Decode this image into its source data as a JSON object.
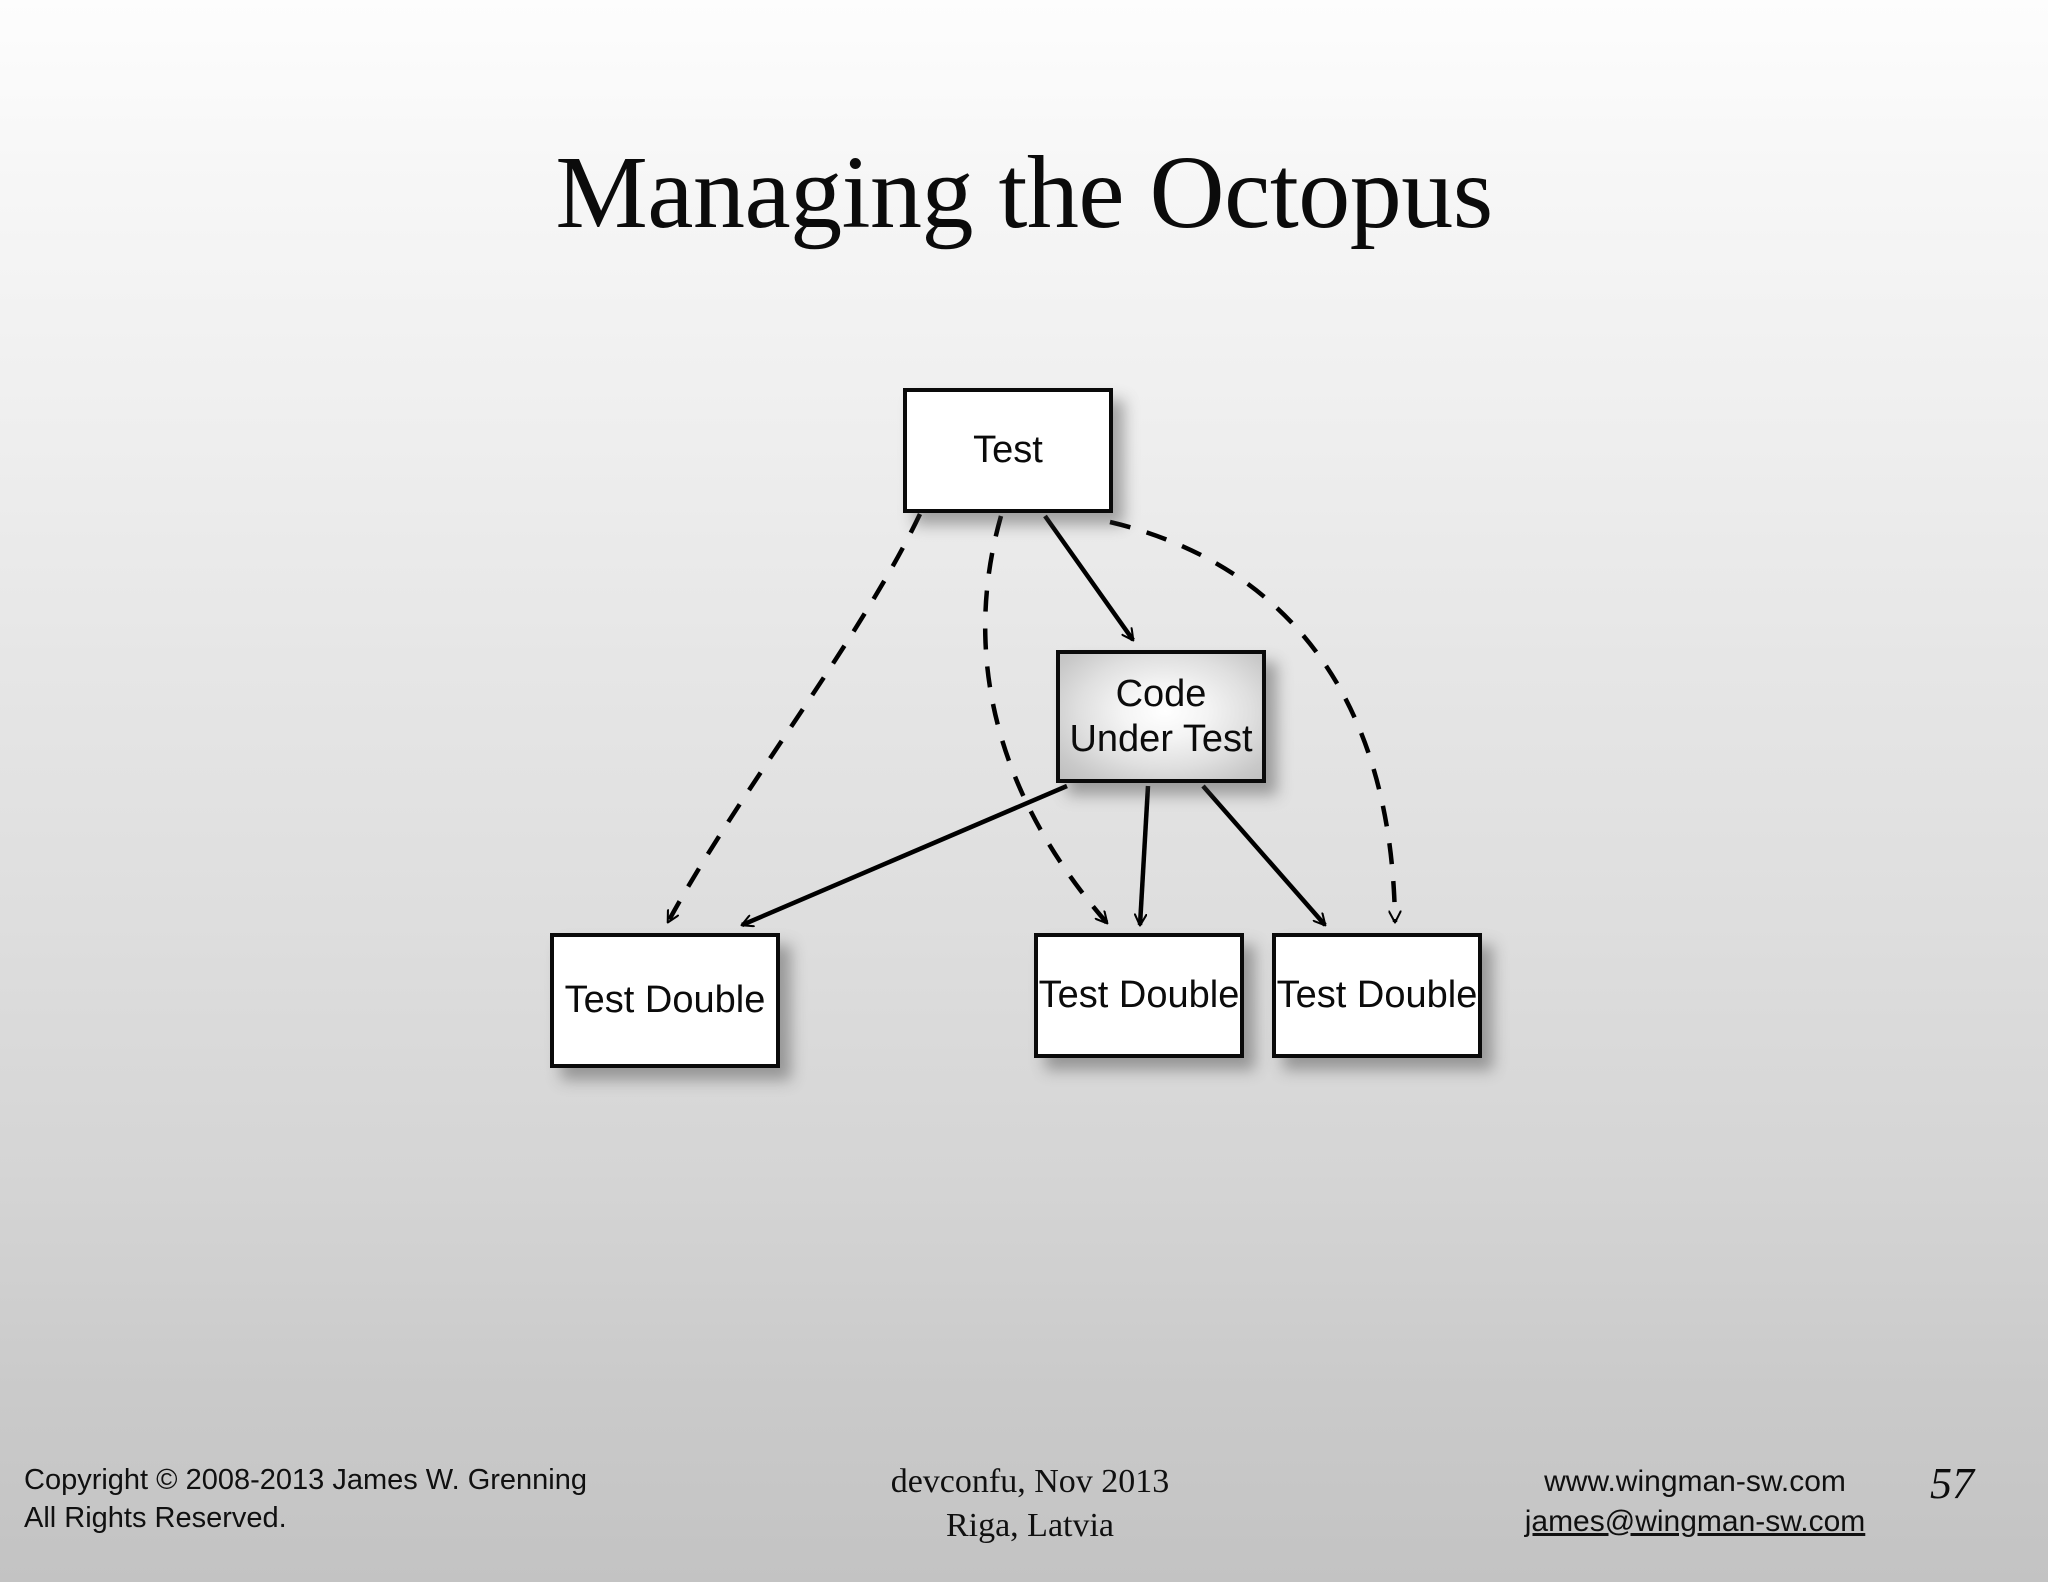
{
  "slide": {
    "title": "Managing the Octopus",
    "page_number": "57"
  },
  "diagram": {
    "nodes": {
      "test": {
        "label": "Test"
      },
      "code_under_test": {
        "line1": "Code",
        "line2": "Under Test"
      },
      "test_double_left": {
        "label": "Test Double"
      },
      "test_double_middle": {
        "label": "Test Double"
      },
      "test_double_right": {
        "label": "Test Double"
      }
    },
    "edges": [
      {
        "id": "test-to-td-left",
        "from": "test",
        "to": "test_double_left",
        "style": "dashed",
        "arrow": "open"
      },
      {
        "id": "test-to-td-mid",
        "from": "test",
        "to": "test_double_middle",
        "style": "dashed",
        "arrow": "open"
      },
      {
        "id": "test-to-td-right",
        "from": "test",
        "to": "test_double_right",
        "style": "dashed",
        "arrow": "open"
      },
      {
        "id": "test-to-cut",
        "from": "test",
        "to": "code_under_test",
        "style": "solid",
        "arrow": "open"
      },
      {
        "id": "cut-to-td-left",
        "from": "code_under_test",
        "to": "test_double_left",
        "style": "solid",
        "arrow": "open"
      },
      {
        "id": "cut-to-td-mid",
        "from": "code_under_test",
        "to": "test_double_middle",
        "style": "solid",
        "arrow": "open"
      },
      {
        "id": "cut-to-td-right",
        "from": "code_under_test",
        "to": "test_double_right",
        "style": "solid",
        "arrow": "open"
      }
    ],
    "colors": {
      "node_border": "#0a0a0a",
      "node_fill": "#ffffff",
      "cut_fill_center": "#ffffff",
      "cut_fill_edge": "#bdbdbd",
      "edge": "#000000"
    }
  },
  "footer": {
    "copyright_line1": "Copyright © 2008-2013 James W. Grenning",
    "copyright_line2": "All Rights Reserved.",
    "event_line1": "devconfu, Nov 2013",
    "event_line2": "Riga, Latvia",
    "website": "www.wingman-sw.com",
    "email": "james@wingman-sw.com"
  }
}
